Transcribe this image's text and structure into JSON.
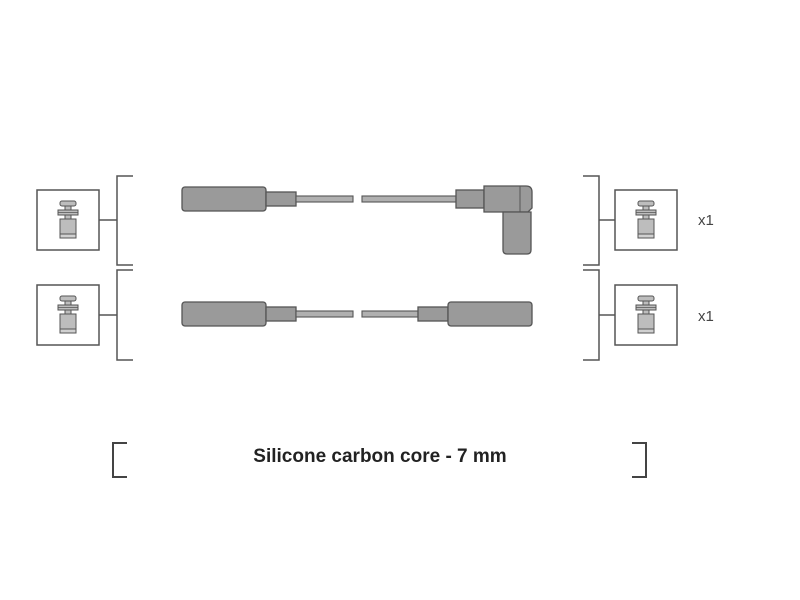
{
  "title": "",
  "leads": [
    {
      "quantity": "x1",
      "left_terminal": "connector-terminal-icon",
      "right_terminal": "connector-terminal-icon",
      "right_boot": "angled-boot"
    },
    {
      "quantity": "x1",
      "left_terminal": "connector-terminal-icon",
      "right_terminal": "connector-terminal-icon",
      "right_boot": "straight-boot"
    }
  ],
  "specification": "Silicone carbon core - 7 mm",
  "colors": {
    "stroke": "#555555",
    "boot_fill": "#9a9a9a",
    "terminal_fill": "#bdbdbd"
  }
}
